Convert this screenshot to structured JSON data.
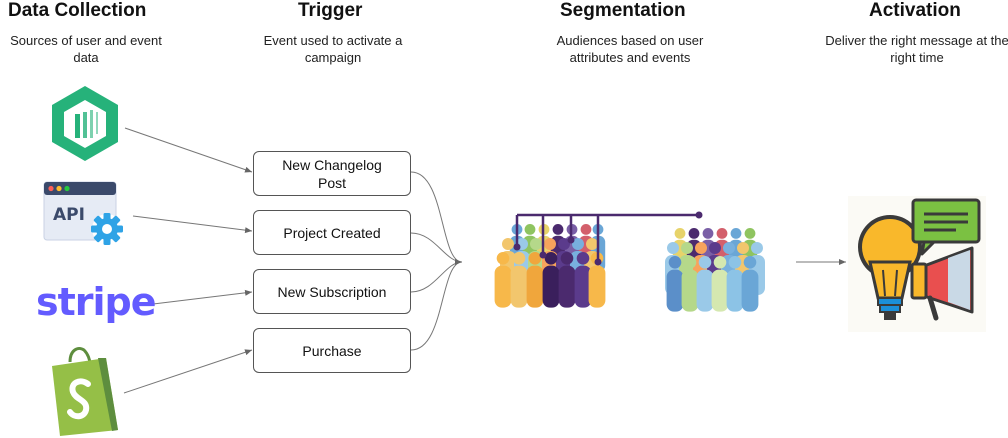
{
  "columns": [
    {
      "title": "Data Collection",
      "subtitle": "Sources of user and event data"
    },
    {
      "title": "Trigger",
      "subtitle": "Event used to activate a campaign"
    },
    {
      "title": "Segmentation",
      "subtitle": "Audiences based on user attributes and events"
    },
    {
      "title": "Activation",
      "subtitle": "Deliver the right message at the right time"
    }
  ],
  "sources": {
    "api_label": "API",
    "stripe_label": "stripe"
  },
  "triggers": [
    {
      "line1": "New Changelog",
      "line2": "Post"
    },
    {
      "label": "Project Created"
    },
    {
      "label": "New Subscription"
    },
    {
      "label": "Purchase"
    }
  ],
  "icons": {
    "changelog_source": "changelog-logo-icon",
    "api_source": "api-window-icon",
    "stripe_source": "stripe-logo-icon",
    "shopify_source": "shopify-bag-icon",
    "segmentation": "people-crowd-icon",
    "activation": "lightbulb-megaphone-icon"
  },
  "colors": {
    "changelog_green": "#26b27a",
    "stripe_purple": "#635bff",
    "shopify_green": "#95bf47",
    "segment_line": "#4b2a6e",
    "bulb_yellow": "#f9b82b",
    "megaphone_red": "#e94f4f",
    "bubble_green": "#7bc142"
  }
}
